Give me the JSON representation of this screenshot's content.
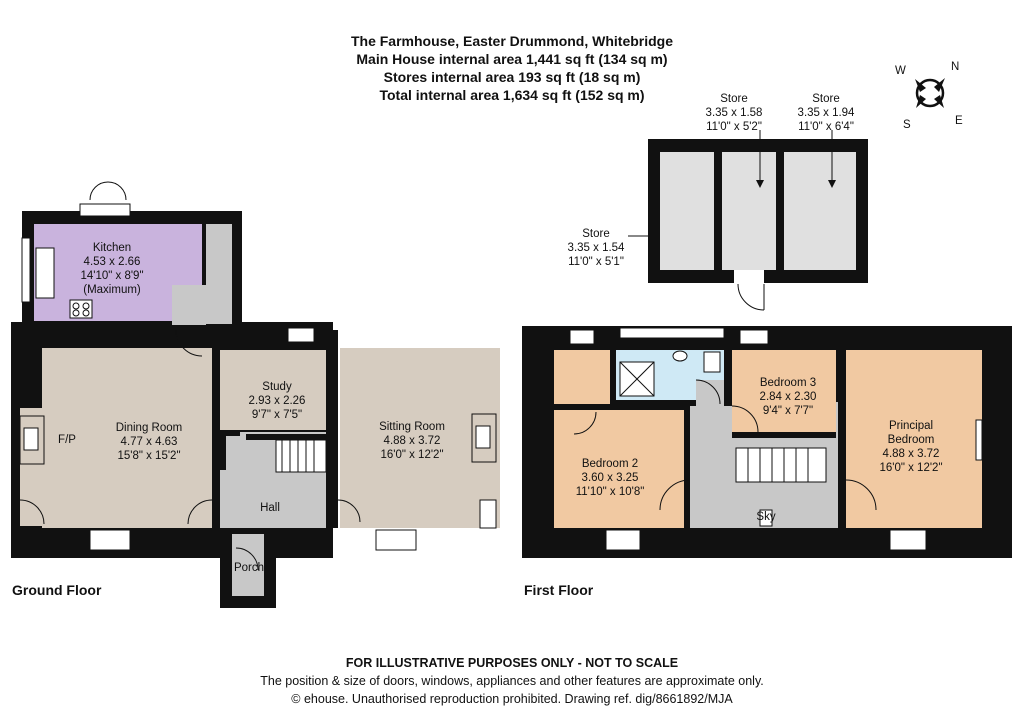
{
  "header": {
    "title": "The Farmhouse, Easter Drummond, Whitebridge",
    "main_area": "Main House internal area 1,441 sq ft (134 sq m)",
    "stores_area": "Stores internal area 193 sq ft (18 sq m)",
    "total_area": "Total internal area 1,634 sq ft (152 sq m)"
  },
  "compass": {
    "n": "N",
    "e": "E",
    "s": "S",
    "w": "W"
  },
  "colors": {
    "wall": "#111111",
    "kitchen": "#c9b3dd",
    "dining": "#d6ccc0",
    "hall": "#c8c8c8",
    "bedroom": "#f1c9a2",
    "bathroom": "#cfe9f5",
    "store": "#e0e0e0"
  },
  "ground_floor": {
    "label": "Ground Floor",
    "rooms": {
      "kitchen": {
        "name": "Kitchen",
        "metric": "4.53 x 2.66",
        "imperial": "14'10\" x 8'9\"",
        "note": "(Maximum)"
      },
      "dining": {
        "name": "Dining Room",
        "metric": "4.77 x 4.63",
        "imperial": "15'8\" x 15'2\""
      },
      "study": {
        "name": "Study",
        "metric": "2.93 x 2.26",
        "imperial": "9'7\" x 7'5\""
      },
      "sitting": {
        "name": "Sitting Room",
        "metric": "4.88 x 3.72",
        "imperial": "16'0\" x 12'2\""
      },
      "hall": {
        "name": "Hall"
      },
      "porch": {
        "name": "Porch"
      }
    },
    "fp": "F/P"
  },
  "first_floor": {
    "label": "First Floor",
    "rooms": {
      "bed2": {
        "name": "Bedroom 2",
        "metric": "3.60 x 3.25",
        "imperial": "11'10\" x 10'8\""
      },
      "bed3": {
        "name": "Bedroom 3",
        "metric": "2.84 x 2.30",
        "imperial": "9'4\" x 7'7\""
      },
      "principal": {
        "name1": "Principal",
        "name2": "Bedroom",
        "metric": "4.88 x 3.72",
        "imperial": "16'0\" x 12'2\""
      }
    },
    "sky": "Sky"
  },
  "stores": {
    "store_a": {
      "name": "Store",
      "metric": "3.35 x 1.54",
      "imperial": "11'0\" x 5'1\""
    },
    "store_b": {
      "name": "Store",
      "metric": "3.35 x 1.58",
      "imperial": "11'0\" x 5'2\""
    },
    "store_c": {
      "name": "Store",
      "metric": "3.35 x 1.94",
      "imperial": "11'0\" x 6'4\""
    }
  },
  "footer": {
    "disclaimer": "FOR ILLUSTRATIVE PURPOSES ONLY - NOT TO SCALE",
    "note": "The position & size of doors, windows, appliances and other features are approximate only.",
    "copyright": "© ehouse. Unauthorised reproduction prohibited. Drawing ref. dig/8661892/MJA"
  }
}
